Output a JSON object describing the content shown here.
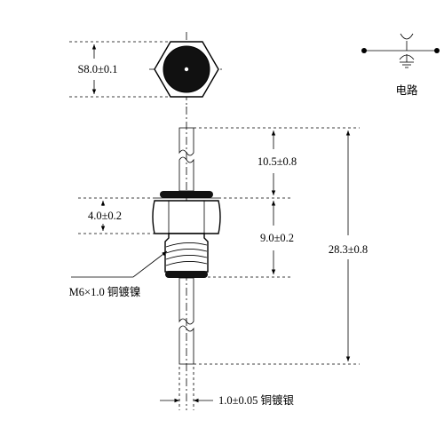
{
  "dimensions": {
    "hex_width": "S8.0±0.1",
    "top_length": "10.5±0.8",
    "nut_height": "4.0±0.2",
    "thread_length": "9.0±0.2",
    "total_length": "28.3±0.8",
    "thread_spec": "M6×1.0 铜镀镍",
    "wire_spec": "1.0±0.05 铜镀银"
  },
  "symbol": {
    "label": "电路"
  }
}
